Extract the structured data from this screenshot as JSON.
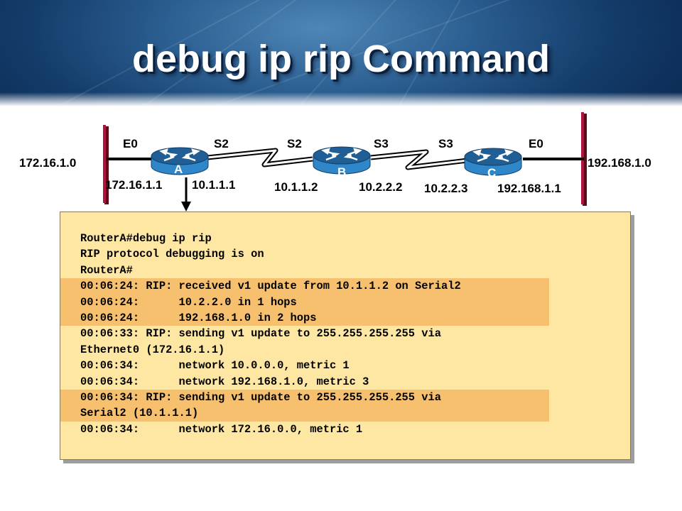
{
  "title": "debug ip rip Command",
  "networks": {
    "left": "172.16.1.0",
    "right": "192.168.1.0"
  },
  "routers": [
    {
      "name": "A",
      "if_left": "E0",
      "if_right": "S2",
      "ip_left": "172.16.1.1",
      "ip_right": "10.1.1.1"
    },
    {
      "name": "B",
      "if_left": "S2",
      "if_right": "S3",
      "ip_left": "10.1.1.2",
      "ip_right": "10.2.2.2"
    },
    {
      "name": "C",
      "if_left": "S3",
      "if_right": "E0",
      "ip_left": "10.2.2.3",
      "ip_right": "192.168.1.1"
    }
  ],
  "console": {
    "lines": [
      {
        "text": "RouterA#debug ip rip",
        "highlight": false
      },
      {
        "text": "RIP protocol debugging is on",
        "highlight": false
      },
      {
        "text": "RouterA#",
        "highlight": false
      },
      {
        "text": "00:06:24: RIP: received v1 update from 10.1.1.2 on Serial2",
        "highlight": true
      },
      {
        "text": "00:06:24:      10.2.2.0 in 1 hops",
        "highlight": true
      },
      {
        "text": "00:06:24:      192.168.1.0 in 2 hops",
        "highlight": true
      },
      {
        "text": "00:06:33: RIP: sending v1 update to 255.255.255.255 via",
        "highlight": false
      },
      {
        "text": "Ethernet0 (172.16.1.1)",
        "highlight": false
      },
      {
        "text": "00:06:34:      network 10.0.0.0, metric 1",
        "highlight": false
      },
      {
        "text": "00:06:34:      network 192.168.1.0, metric 3",
        "highlight": false
      },
      {
        "text": "00:06:34: RIP: sending v1 update to 255.255.255.255 via",
        "highlight": true
      },
      {
        "text": "Serial2 (10.1.1.1)",
        "highlight": true
      },
      {
        "text": "00:06:34:      network 172.16.0.0, metric 1",
        "highlight": false
      }
    ]
  },
  "colors": {
    "router_top": "#1f5f96",
    "router_body": "#2f86c8",
    "ethernet_segment": "#b3123a",
    "console_bg": "#fde7a3",
    "console_highlight": "#f6c06f"
  }
}
